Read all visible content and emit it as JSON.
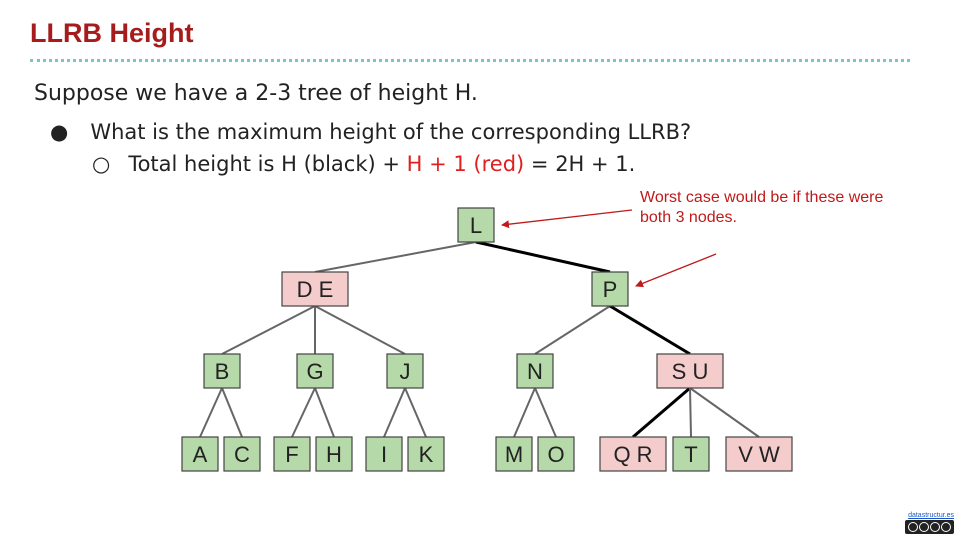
{
  "slide": {
    "title": "LLRB Height",
    "intro": "Suppose we have a 2-3 tree of height H.",
    "bullet": {
      "marker": "●",
      "text": "What is the maximum height of the corresponding LLRB?"
    },
    "subbullet": {
      "marker": "○",
      "text_before": "Total height is H (black) + ",
      "text_red": "H + 1 (red)",
      "text_after": " = 2H + 1."
    },
    "annotation": "Worst case would be if these were both 3 nodes.",
    "footer_link": "datastructur.es"
  },
  "colors": {
    "title": "#a61c1c",
    "green_node": "#b5d9a8",
    "red_node": "#f4cccc",
    "edge_gray": "#666666",
    "edge_black": "#000000",
    "annotation": "#c01a1a",
    "divider": "#79c4c4"
  },
  "tree": {
    "nodes": [
      {
        "id": "L",
        "label": "L",
        "kind": "green"
      },
      {
        "id": "DE",
        "label": "D E",
        "kind": "red"
      },
      {
        "id": "P",
        "label": "P",
        "kind": "green"
      },
      {
        "id": "B",
        "label": "B",
        "kind": "green"
      },
      {
        "id": "G",
        "label": "G",
        "kind": "green"
      },
      {
        "id": "J",
        "label": "J",
        "kind": "green"
      },
      {
        "id": "N",
        "label": "N",
        "kind": "green"
      },
      {
        "id": "SU",
        "label": "S U",
        "kind": "red"
      },
      {
        "id": "A",
        "label": "A",
        "kind": "green"
      },
      {
        "id": "C",
        "label": "C",
        "kind": "green"
      },
      {
        "id": "F",
        "label": "F",
        "kind": "green"
      },
      {
        "id": "H",
        "label": "H",
        "kind": "green"
      },
      {
        "id": "I",
        "label": "I",
        "kind": "green"
      },
      {
        "id": "K",
        "label": "K",
        "kind": "green"
      },
      {
        "id": "M",
        "label": "M",
        "kind": "green"
      },
      {
        "id": "O",
        "label": "O",
        "kind": "green"
      },
      {
        "id": "QR",
        "label": "Q R",
        "kind": "red"
      },
      {
        "id": "T",
        "label": "T",
        "kind": "green"
      },
      {
        "id": "VW",
        "label": "V W",
        "kind": "red"
      }
    ],
    "edges": [
      {
        "from": "L",
        "to": "DE",
        "kind": "gray"
      },
      {
        "from": "L",
        "to": "P",
        "kind": "black"
      },
      {
        "from": "DE",
        "to": "B",
        "kind": "gray"
      },
      {
        "from": "DE",
        "to": "G",
        "kind": "gray"
      },
      {
        "from": "DE",
        "to": "J",
        "kind": "gray"
      },
      {
        "from": "P",
        "to": "N",
        "kind": "gray"
      },
      {
        "from": "P",
        "to": "SU",
        "kind": "black"
      },
      {
        "from": "B",
        "to": "A",
        "kind": "gray"
      },
      {
        "from": "B",
        "to": "C",
        "kind": "gray"
      },
      {
        "from": "G",
        "to": "F",
        "kind": "gray"
      },
      {
        "from": "G",
        "to": "H",
        "kind": "gray"
      },
      {
        "from": "J",
        "to": "I",
        "kind": "gray"
      },
      {
        "from": "J",
        "to": "K",
        "kind": "gray"
      },
      {
        "from": "N",
        "to": "M",
        "kind": "gray"
      },
      {
        "from": "N",
        "to": "O",
        "kind": "gray"
      },
      {
        "from": "SU",
        "to": "QR",
        "kind": "black"
      },
      {
        "from": "SU",
        "to": "T",
        "kind": "gray"
      },
      {
        "from": "SU",
        "to": "VW",
        "kind": "gray"
      }
    ],
    "arrows": [
      {
        "from": "annotation",
        "to": "L"
      },
      {
        "from": "annotation",
        "to": "P"
      }
    ]
  }
}
